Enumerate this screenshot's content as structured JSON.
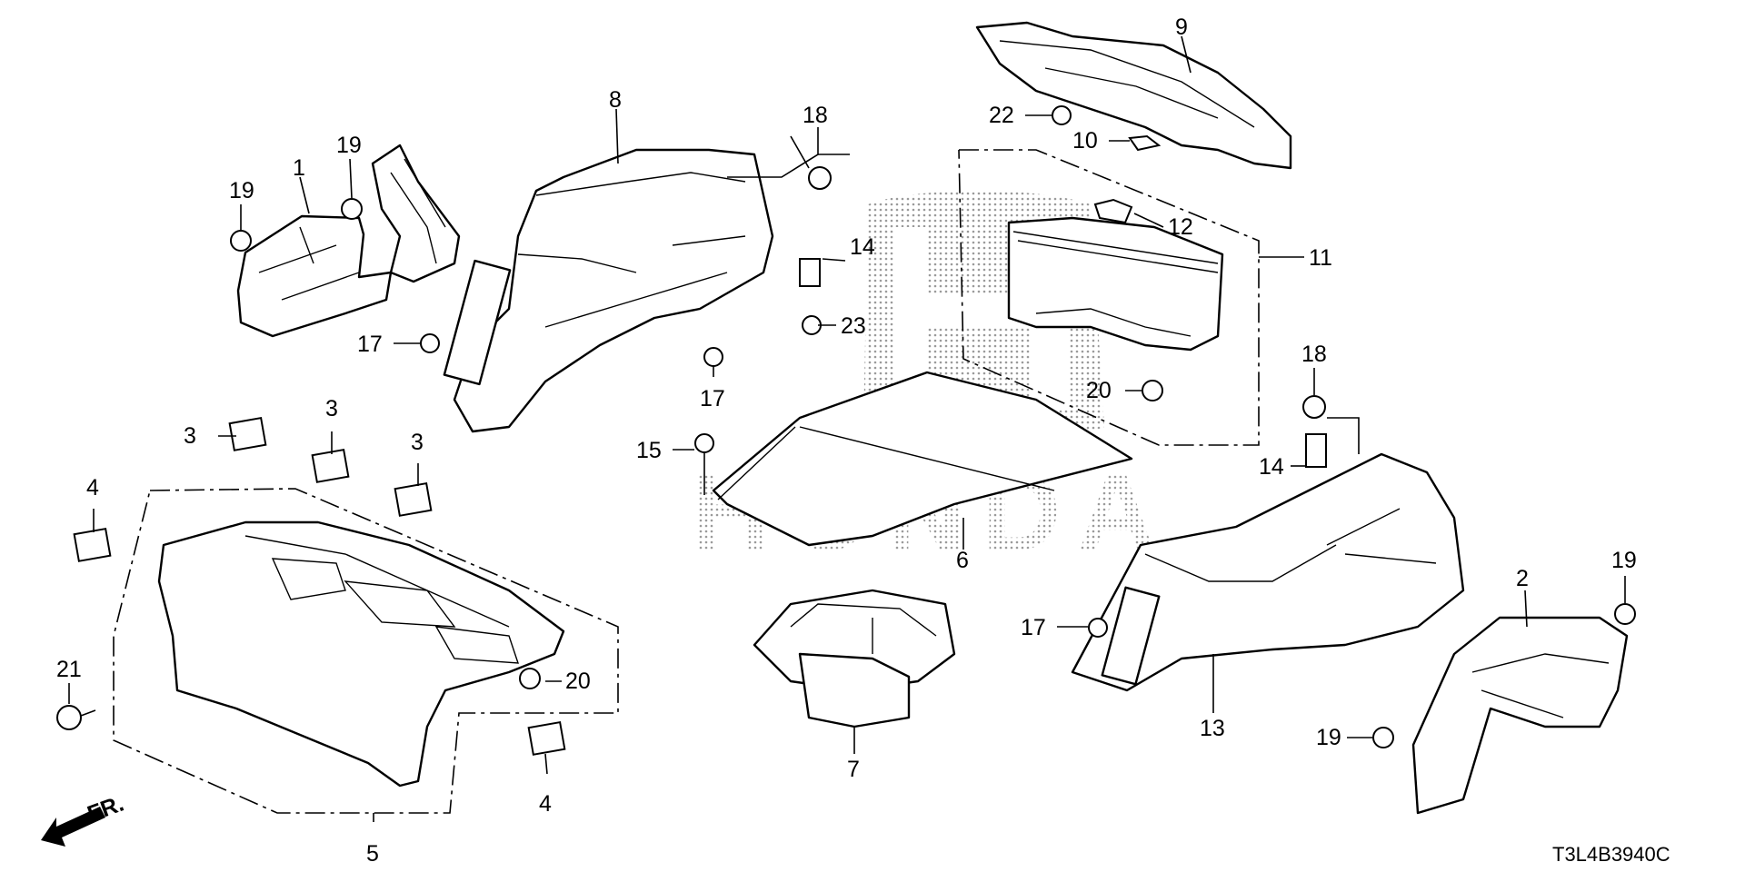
{
  "diagram_code": "T3L4B3940C",
  "front_indicator": "FR.",
  "watermark_text": "HONDA",
  "callouts": [
    {
      "id": "c1",
      "text": "1"
    },
    {
      "id": "c2",
      "text": "2"
    },
    {
      "id": "c3a",
      "text": "3"
    },
    {
      "id": "c3b",
      "text": "3"
    },
    {
      "id": "c3c",
      "text": "3"
    },
    {
      "id": "c4a",
      "text": "4"
    },
    {
      "id": "c4b",
      "text": "4"
    },
    {
      "id": "c5",
      "text": "5"
    },
    {
      "id": "c6",
      "text": "6"
    },
    {
      "id": "c7",
      "text": "7"
    },
    {
      "id": "c8",
      "text": "8"
    },
    {
      "id": "c9",
      "text": "9"
    },
    {
      "id": "c10",
      "text": "10"
    },
    {
      "id": "c11",
      "text": "11"
    },
    {
      "id": "c12",
      "text": "12"
    },
    {
      "id": "c13",
      "text": "13"
    },
    {
      "id": "c14a",
      "text": "14"
    },
    {
      "id": "c14b",
      "text": "14"
    },
    {
      "id": "c15",
      "text": "15"
    },
    {
      "id": "c17a",
      "text": "17"
    },
    {
      "id": "c17b",
      "text": "17"
    },
    {
      "id": "c17c",
      "text": "17"
    },
    {
      "id": "c18a",
      "text": "18"
    },
    {
      "id": "c18b",
      "text": "18"
    },
    {
      "id": "c19a",
      "text": "19"
    },
    {
      "id": "c19b",
      "text": "19"
    },
    {
      "id": "c19c",
      "text": "19"
    },
    {
      "id": "c19d",
      "text": "19"
    },
    {
      "id": "c20a",
      "text": "20"
    },
    {
      "id": "c20b",
      "text": "20"
    },
    {
      "id": "c21",
      "text": "21"
    },
    {
      "id": "c22",
      "text": "22"
    },
    {
      "id": "c23",
      "text": "23"
    }
  ]
}
